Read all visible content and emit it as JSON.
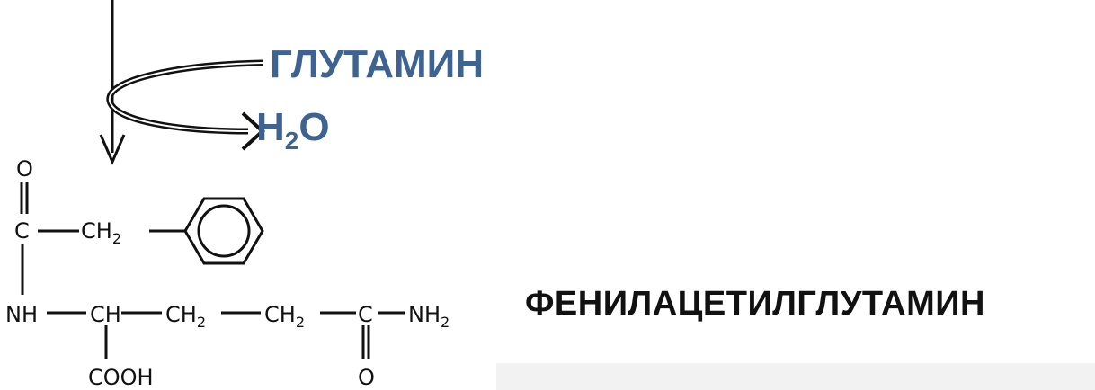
{
  "reaction": {
    "reagent_in": "ГЛУТАМИН",
    "reagent_out_main": "H",
    "reagent_out_sub": "2",
    "reagent_out_tail": "O",
    "colors": {
      "reagent": "#3f6391",
      "structure": "#111111",
      "band": "#f2f2f2"
    }
  },
  "structure": {
    "carbonyl_o": "O",
    "c1": "C",
    "ch2_a": "CH",
    "ch2_a_sub": "2",
    "nh": "NH",
    "ch": "CH",
    "ch2_b": "CH",
    "ch2_b_sub": "2",
    "ch2_c": "CH",
    "ch2_c_sub": "2",
    "c2": "C",
    "nh2": "NH",
    "nh2_sub": "2",
    "cooh": "COOH",
    "amide_o": "O"
  },
  "product": {
    "name": "ФЕНИЛАЦЕТИЛГЛУТАМИН"
  }
}
